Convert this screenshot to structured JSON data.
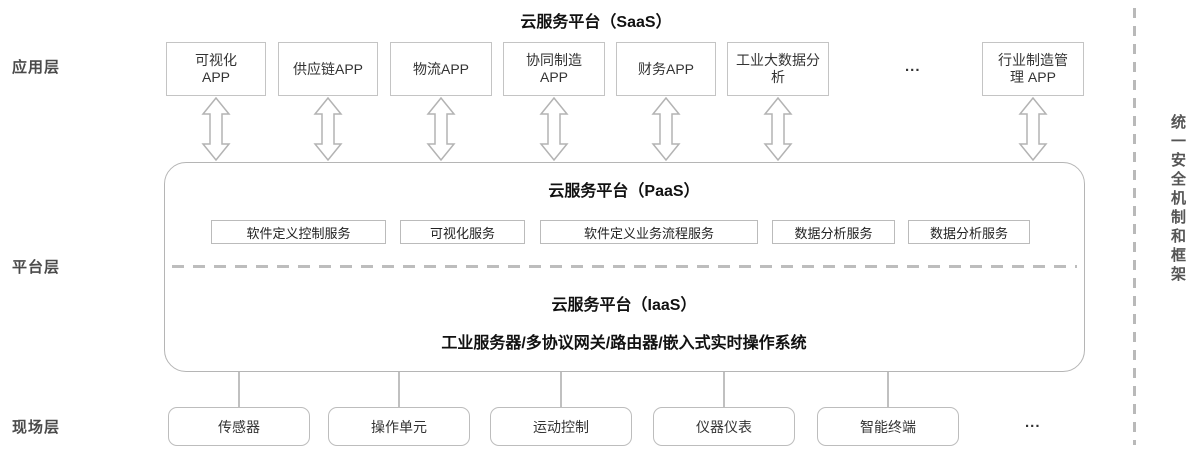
{
  "diagram": {
    "saas_title": "云服务平台（SaaS）",
    "security_sidebar_text": "统一安全机制和框架",
    "layers": {
      "app": "应用层",
      "platform": "平台层",
      "field": "现场层"
    },
    "app_layer": {
      "boxes": [
        {
          "label": "可视化\nAPP"
        },
        {
          "label": "供应链APP"
        },
        {
          "label": "物流APP"
        },
        {
          "label": "协同制造\nAPP"
        },
        {
          "label": "财务APP"
        },
        {
          "label": "工业大数据分\n析"
        },
        {
          "label": "行业制造管\n理 APP"
        }
      ],
      "ellipsis": "..."
    },
    "paas": {
      "title": "云服务平台（PaaS）",
      "services": [
        {
          "label": "软件定义控制服务"
        },
        {
          "label": "可视化服务"
        },
        {
          "label": "软件定义业务流程服务"
        },
        {
          "label": "数据分析服务"
        },
        {
          "label": "数据分析服务"
        }
      ]
    },
    "iaas": {
      "title": "云服务平台（IaaS）",
      "subtitle": "工业服务器/多协议网关/路由器/嵌入式实时操作系统"
    },
    "field_layer": {
      "devices": [
        {
          "label": "传感器"
        },
        {
          "label": "操作单元"
        },
        {
          "label": "运动控制"
        },
        {
          "label": "仪器仪表"
        },
        {
          "label": "智能终端"
        }
      ],
      "ellipsis": "..."
    },
    "colors": {
      "box_border": "#c4c4c4",
      "rect_border": "#b5b5b5",
      "arrow_stroke": "#b3b3b3",
      "title_text": "#111111",
      "body_text": "#333333"
    }
  }
}
